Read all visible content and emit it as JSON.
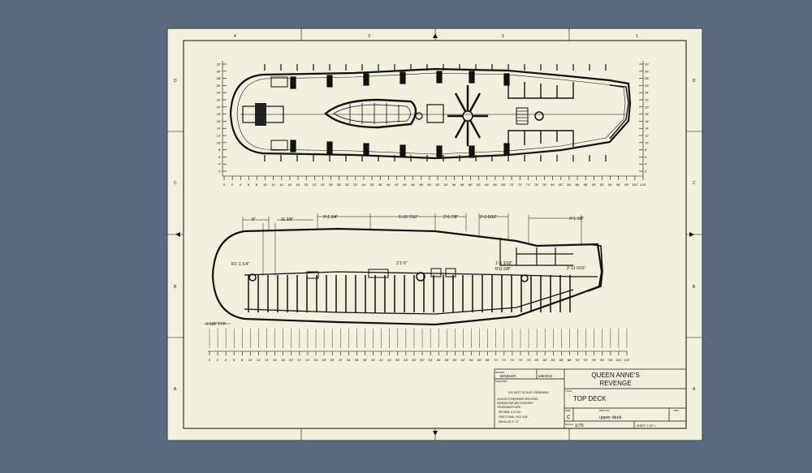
{
  "viewer": {
    "background": "#5a6a7e",
    "paper": "#f1f0dc"
  },
  "zones": {
    "top": [
      "4",
      "3",
      "2",
      "1"
    ],
    "side_left": [
      "D",
      "C",
      "B",
      "A"
    ],
    "side_right": [
      "D",
      "C",
      "B",
      "A"
    ]
  },
  "top_view": {
    "y_scale": [
      "32'",
      "30'",
      "28'",
      "26'",
      "24'",
      "22'",
      "20'",
      "18'",
      "16'",
      "14'",
      "12'",
      "10'",
      "8'",
      "6'",
      "4'",
      "2'"
    ],
    "x_scale": [
      "0",
      "2'",
      "4'",
      "6'",
      "8'",
      "10'",
      "12'",
      "14'",
      "16'",
      "18'",
      "20'",
      "22'",
      "24'",
      "26'",
      "28'",
      "30'",
      "32'",
      "34'",
      "36'",
      "38'",
      "40'",
      "42'",
      "44'",
      "46'",
      "48'",
      "50'",
      "52'",
      "54'",
      "56'",
      "58'",
      "60'",
      "62'",
      "64'",
      "66'",
      "68'",
      "70'",
      "72'",
      "74'",
      "76'",
      "78'",
      "80'",
      "82'",
      "84'",
      "86'",
      "88'",
      "90'",
      "92'",
      "94'",
      "96'",
      "98'",
      "100'",
      "102'"
    ]
  },
  "side_view": {
    "dims": [
      "9\"",
      "11 3/8\"",
      "9'-2 3/4\"",
      "5'-10 7/16\"",
      "2'-5 7/8\"",
      "2'-3 5/16\"",
      "9'-1 1/8\"",
      "1'-6 3/16\"",
      "R11 5/8\"",
      "2'-11 5/16\"",
      "R1'-1 1/4\"",
      "2'1'-5\"",
      "6 5/8\" TYP"
    ],
    "x_scale": [
      "0",
      "2'",
      "4'",
      "6'",
      "8'",
      "10'",
      "12'",
      "14'",
      "16'",
      "18'",
      "20'",
      "22'",
      "24'",
      "26'",
      "28'",
      "30'",
      "32'",
      "34'",
      "36'",
      "38'",
      "40'",
      "42'",
      "44'",
      "46'",
      "48'",
      "50'",
      "52'",
      "54'",
      "56'",
      "58'",
      "60'",
      "62'",
      "64'",
      "66'",
      "68'",
      "70'",
      "72'",
      "74'",
      "76'",
      "78'",
      "80'",
      "82'",
      "84'",
      "86'",
      "88'",
      "90'",
      "92'",
      "94'",
      "96'",
      "98'",
      "100'",
      "102'"
    ]
  },
  "title_block": {
    "drawn_label": "DRAWN",
    "drawn_by": "BOWLER",
    "drawn_date": "5/8/2014",
    "checked_label": "CHECKED",
    "do_not_scale": "DO NOT SCALE DRAWING",
    "notes": [
      "UNLESS OTHERWISE SPECIFIED",
      "DIMENSIONS ARE IN INCHES",
      "TOLERANCES ARE:",
      "DECIMAL     X.X   ±0.5",
      "FRACTIONAL  X/XX  ±1/8",
      "ANGULAR     X°    ±1°"
    ],
    "project": [
      "QUEEN ANNE'S",
      "REVENGE"
    ],
    "title_label": "TITLE",
    "title": "TOP DECK",
    "size_label": "SIZE",
    "size": "C",
    "dwg_no_label": "DWG NO",
    "dwg_no": "upper deck",
    "rev_label": "REV",
    "scale_label": "SCALE",
    "scale": "1/75",
    "sheet": "SHEET 1 OF 1"
  }
}
